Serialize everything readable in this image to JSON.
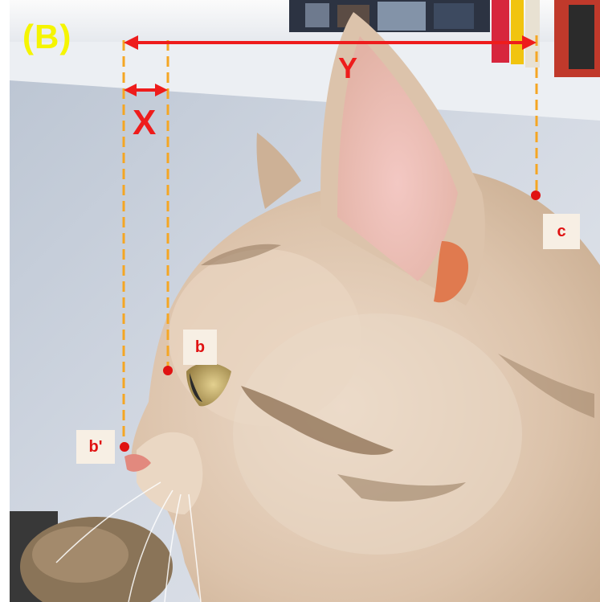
{
  "figure": {
    "panel_label": "(B)",
    "measurements": {
      "x_label": "X",
      "y_label": "Y"
    },
    "points": {
      "b": "b",
      "b_prime": "b'",
      "c": "c"
    },
    "colors": {
      "panel_label": "#f5f500",
      "measure_arrow": "#ee1c1c",
      "guide_line": "#f5a623",
      "point": "#e01212",
      "label_box": "#f7efe4"
    }
  }
}
